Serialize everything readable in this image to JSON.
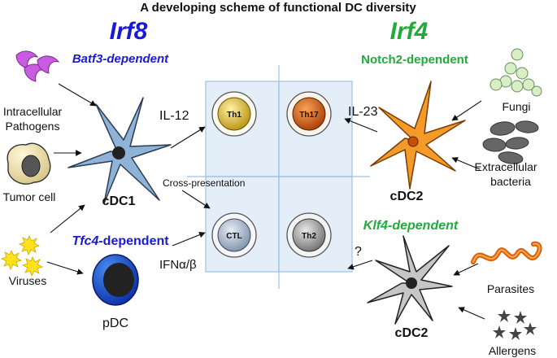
{
  "title": "A developing scheme of functional DC diversity",
  "left": {
    "gene": "Irf8",
    "subtitle_top": "Batf3-dependent",
    "subtitle_bottom_italic": "Tfc4",
    "subtitle_bottom_rest": "-dependent",
    "cell_top": "cDC1",
    "cell_bottom": "pDC",
    "inputs": {
      "intracellular_line1": "Intracellular",
      "intracellular_line2": "Pathogens",
      "tumor": "Tumor cell",
      "viruses": "Viruses"
    },
    "signals": {
      "il12": "IL-12",
      "cross": "Cross-presentation",
      "ifn": "IFNα/β"
    }
  },
  "right": {
    "gene": "Irf4",
    "subtitle_top": "Notch2-dependent",
    "subtitle_bottom": "Klf4-dependent",
    "cell_top": "cDC2",
    "cell_bottom": "cDC2",
    "inputs": {
      "fungi": "Fungi",
      "extracellular_line1": "Extracellular",
      "extracellular_line2": "bacteria",
      "parasites": "Parasites",
      "allergens": "Allergens"
    },
    "signals": {
      "il23": "IL-23",
      "question": "?"
    }
  },
  "tcells": {
    "th1": "Th1",
    "th17": "Th17",
    "ctl": "CTL",
    "th2": "Th2"
  },
  "colors": {
    "left_gene": "#1a1ad6",
    "right_gene": "#22aa3a",
    "grid_fill": "#e4eef8",
    "grid_line": "#9fc0e4"
  }
}
